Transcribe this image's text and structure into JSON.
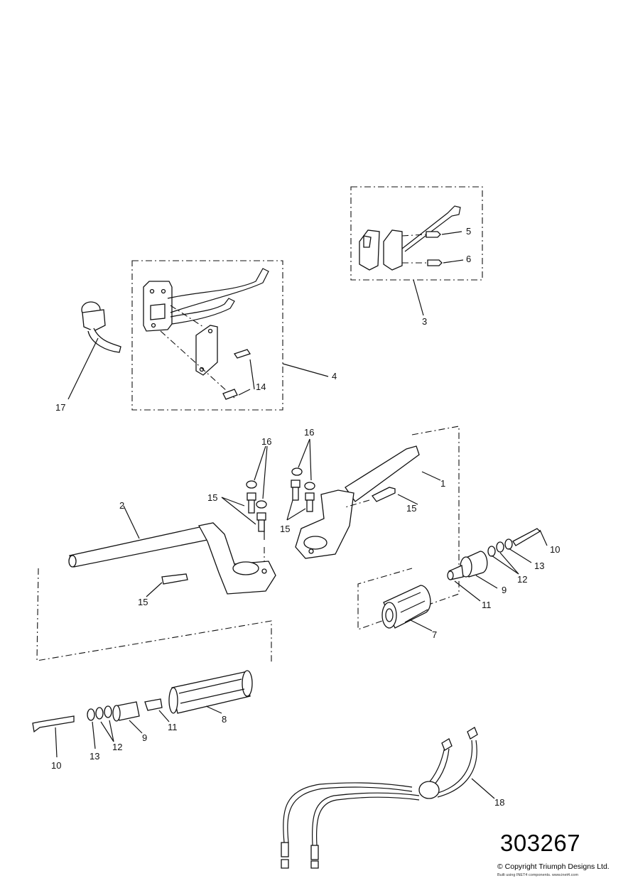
{
  "diagram": {
    "reference_number": "303267",
    "copyright": "© Copyright Triumph Designs Ltd.",
    "built_with": "Built using INET4 components. www.inet4.com",
    "callouts": {
      "c1": "1",
      "c2": "2",
      "c3": "3",
      "c4": "4",
      "c5": "5",
      "c6": "6",
      "c7": "7",
      "c8": "8",
      "c9a": "9",
      "c9b": "9",
      "c10a": "10",
      "c10b": "10",
      "c11a": "11",
      "c11b": "11",
      "c12a": "12",
      "c12b": "12",
      "c13a": "13",
      "c13b": "13",
      "c14": "14",
      "c15a": "15",
      "c15b": "15",
      "c15c": "15",
      "c15d": "15",
      "c16a": "16",
      "c16b": "16",
      "c17": "17",
      "c18": "18"
    }
  }
}
